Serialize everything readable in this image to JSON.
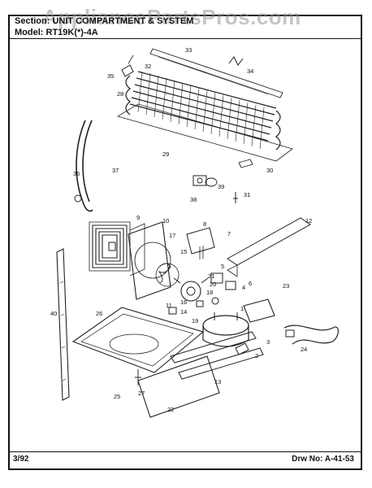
{
  "watermark": "AppliancePartsPros.com",
  "header": {
    "section": "Section: UNIT COMPARTMENT & SYSTEM",
    "model": "Model: RT19K(*)-4A"
  },
  "footer": {
    "date": "3/92",
    "drawing": "Drw No:  A-41-53"
  },
  "callouts": [
    "1",
    "2",
    "3",
    "4",
    "5",
    "6",
    "7",
    "8",
    "9",
    "10",
    "11",
    "12",
    "13",
    "14",
    "15",
    "16",
    "17",
    "18",
    "19",
    "20",
    "21",
    "22",
    "23",
    "24",
    "25",
    "26",
    "27",
    "28",
    "29",
    "30",
    "31",
    "32",
    "33",
    "34",
    "35",
    "36",
    "37",
    "38",
    "39",
    "40"
  ]
}
